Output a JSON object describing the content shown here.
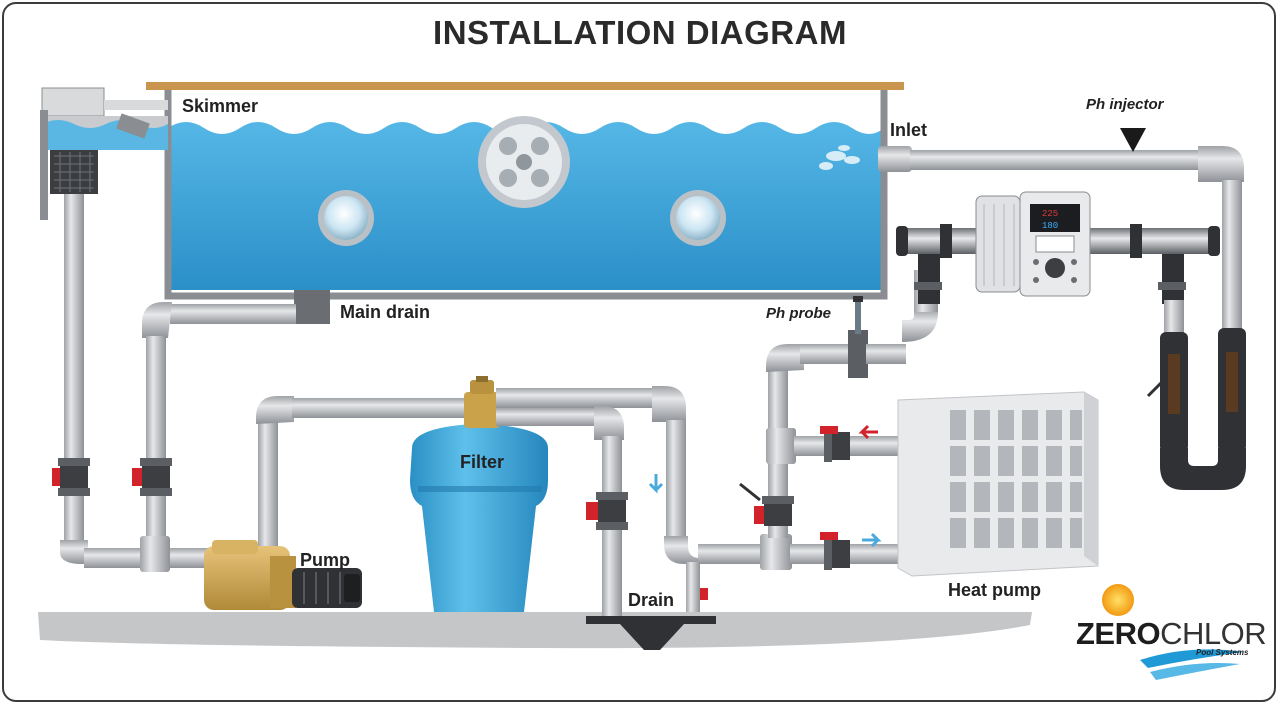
{
  "title": "INSTALLATION DIAGRAM",
  "labels": {
    "skimmer": "Skimmer",
    "inlet": "Inlet",
    "ph_injector": "Ph injector",
    "main_drain": "Main drain",
    "ph_probe": "Ph probe",
    "filter": "Filter",
    "pump": "Pump",
    "drain": "Drain",
    "heat_pump": "Heat pump"
  },
  "logo": {
    "brand_bold": "ZERO",
    "brand_light": "CHLOR",
    "tagline": "Pool Systems"
  },
  "controller_display": {
    "line1": "225",
    "line2": "180"
  },
  "colors": {
    "water": "#3fa7dc",
    "pipe": "#c8cacd",
    "valve": "#d2232a",
    "filter": "#3aa8d8",
    "pump": "#c9a24a",
    "ground": "#c4c6c8",
    "deck": "#c9954f",
    "logo_wave": "#1f9ad6",
    "sun": "#f6a81a"
  },
  "icons": {
    "ph_injector_marker": "triangle-down-icon",
    "flow_arrows": "arrow-icon"
  }
}
